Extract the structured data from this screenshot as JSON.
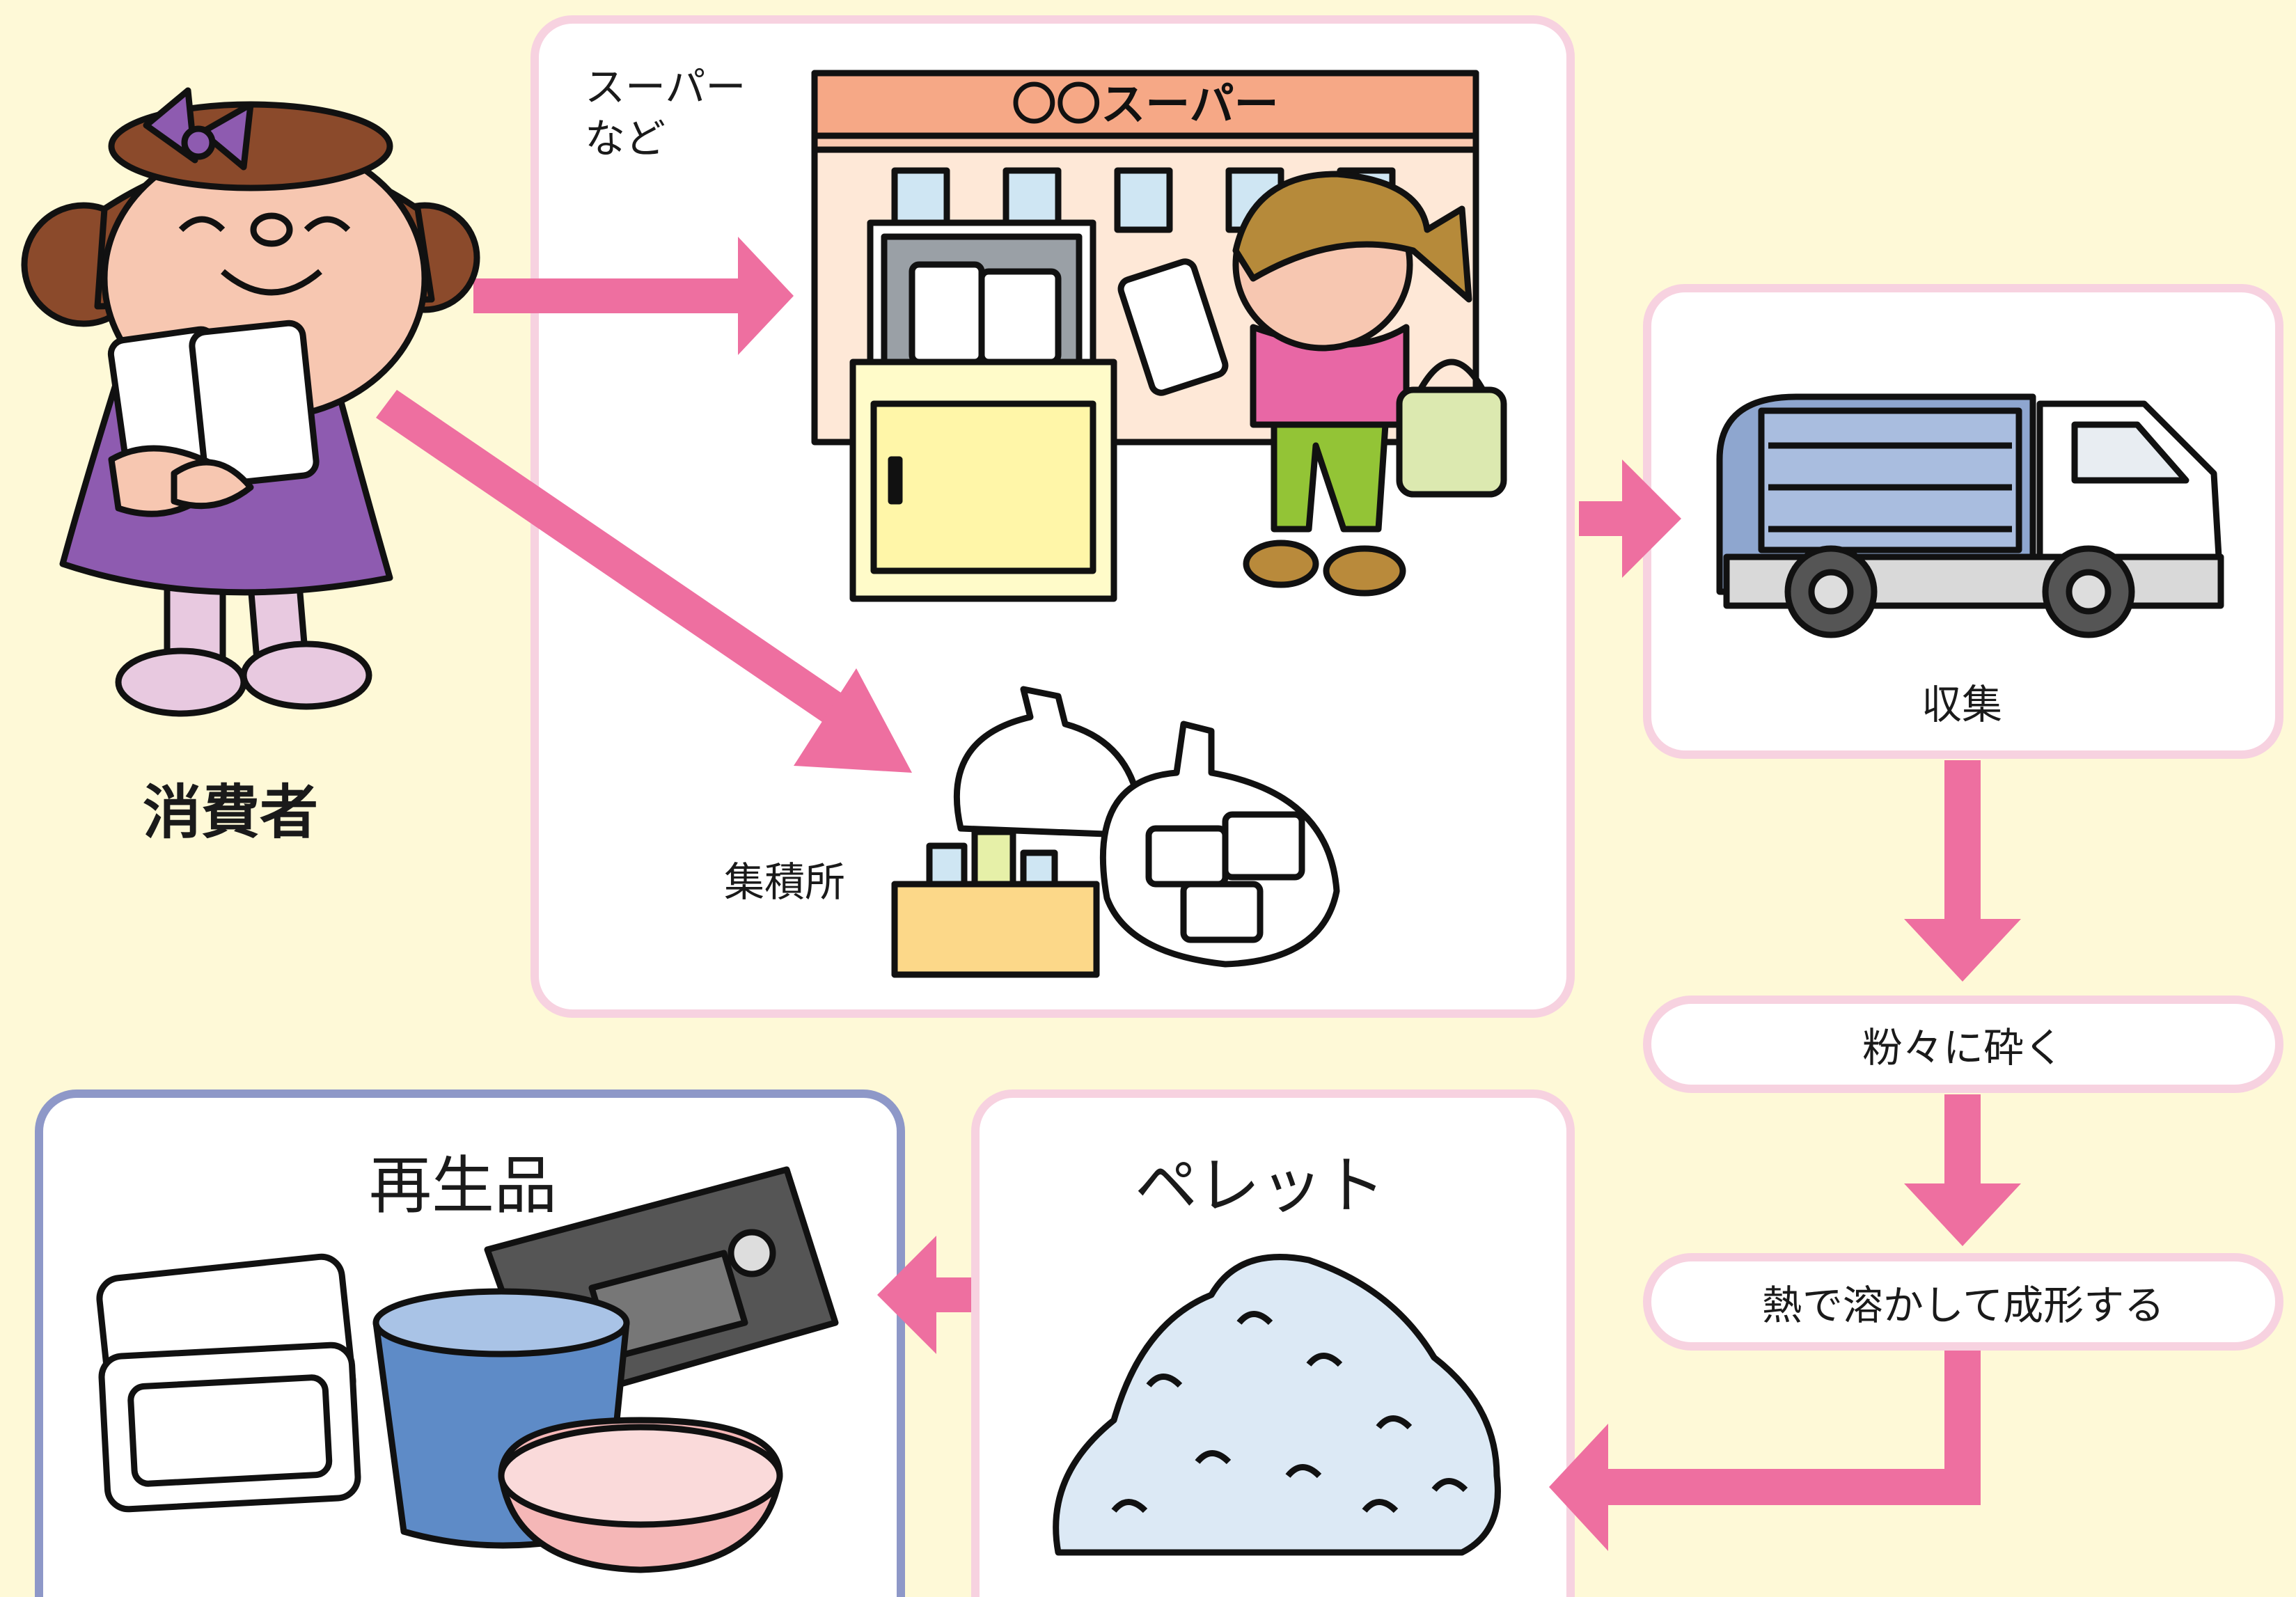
{
  "consumer": {
    "label": "消費者"
  },
  "supermarket": {
    "box_label_line1": "スーパー",
    "box_label_line2": "など",
    "sign": "〇〇スーパー",
    "collection_point_label": "集積所"
  },
  "collection": {
    "label": "収集"
  },
  "steps": {
    "crush": "粉々に砕く",
    "melt_mold": "熱で溶かして成形する"
  },
  "pellet": {
    "label": "ペレット"
  },
  "recycled": {
    "label": "再生品"
  },
  "colors": {
    "arrow": "#EE6FA0",
    "pink_border": "#F7D2E0",
    "blue_border": "#8E98C8",
    "background": "#FEF9D7"
  }
}
